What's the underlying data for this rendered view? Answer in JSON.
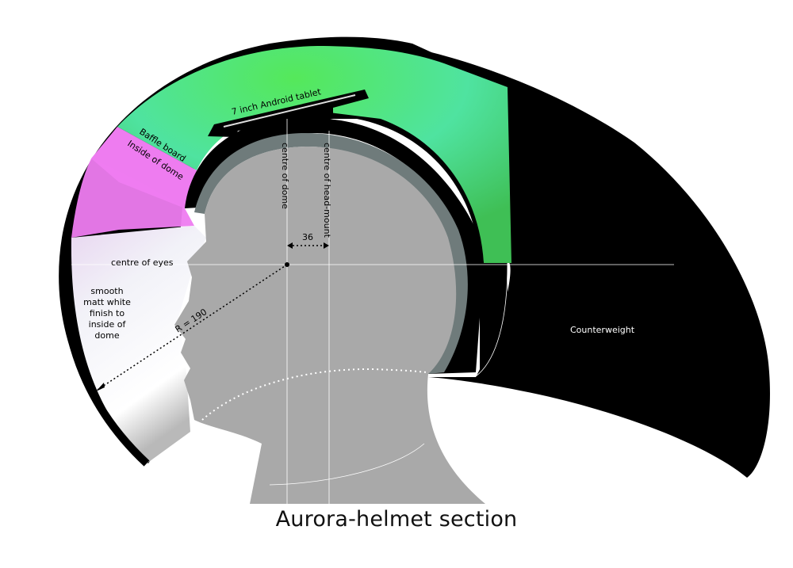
{
  "diagram": {
    "caption": "Aurora-helmet section",
    "labels": {
      "tablet": "7 inch Android tablet",
      "baffle": "Baffle board",
      "inside_dome": "Inside of dome",
      "centre_of_dome": "centre of dome",
      "centre_of_head_mount": "centre of head-mount",
      "offset": "36",
      "centre_of_eyes": "centre of eyes",
      "radius": "R = 190",
      "finish_line1": "smooth",
      "finish_line2": "matt white",
      "finish_line3": "finish to",
      "finish_line4": "inside of",
      "finish_line5": "dome",
      "counterweight": "Counterweight"
    },
    "colors": {
      "shell": "#000000",
      "head": "#a9a9a9",
      "head_inner_ring": "#6f7b7b",
      "dome_green": "#3fe06a",
      "dome_magenta": "#ee7cf0",
      "dome_white": "#eeeef6",
      "guide_line": "#ffffff"
    }
  }
}
